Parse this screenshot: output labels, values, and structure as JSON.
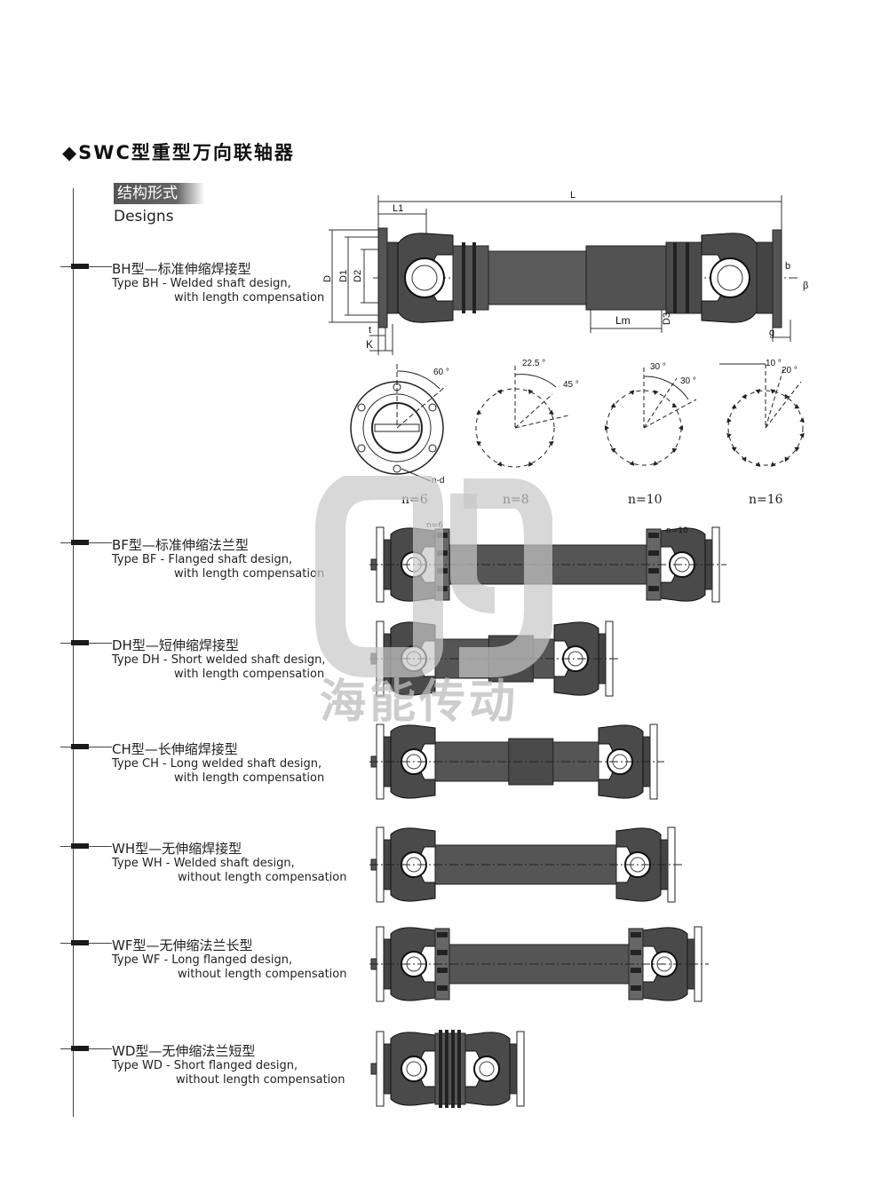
{
  "title": "◆SWC型重型万向联轴器",
  "section": {
    "title_cn": "结构形式",
    "title_en": "Designs"
  },
  "designs": [
    {
      "cn": "BH型—标准伸缩焊接型",
      "en_line1": "Type BH - Welded shaft design,",
      "en_line2": "with length compensation"
    },
    {
      "cn": "BF型—标准伸缩法兰型",
      "en_line1": "Type BF - Flanged shaft design,",
      "en_line2": "with length compensation"
    },
    {
      "cn": "DH型—短伸缩焊接型",
      "en_line1": "Type DH - Short welded shaft design,",
      "en_line2": "with length compensation"
    },
    {
      "cn": "CH型—长伸缩焊接型",
      "en_line1": "Type CH - Long welded shaft design,",
      "en_line2": "with length compensation"
    },
    {
      "cn": "WH型—无伸缩焊接型",
      "en_line1": "Type WH - Welded shaft design,",
      "en_line2": "without length compensation"
    },
    {
      "cn": "WF型—无伸缩法兰长型",
      "en_line1": "Type WF - Long flanged design,",
      "en_line2": "without length compensation"
    },
    {
      "cn": "WD型—无伸缩法兰短型",
      "en_line1": "Type WD - Short flanged design,",
      "en_line2": "without length compensation"
    }
  ],
  "dimensions": {
    "L": "L",
    "L1": "L1",
    "D": "D",
    "D1": "D1",
    "D2": "D2",
    "D3": "D3",
    "Lm": "Lm",
    "t": "t",
    "K": "K",
    "b": "b",
    "beta": "β",
    "g": "g",
    "nd": "n-d"
  },
  "patterns": [
    {
      "label": "n=6",
      "angle1": "60 °",
      "angle2": ""
    },
    {
      "label": "n=8",
      "angle1": "22.5 °",
      "angle2": "45 °"
    },
    {
      "label": "n=10",
      "angle1": "30 °",
      "angle2": "30 °"
    },
    {
      "label": "n=16",
      "angle1": "10 °",
      "angle2": "20 °"
    }
  ],
  "bf_labels": {
    "left": "n=6",
    "right": "n=10"
  },
  "watermark": {
    "text": "海能传动"
  }
}
